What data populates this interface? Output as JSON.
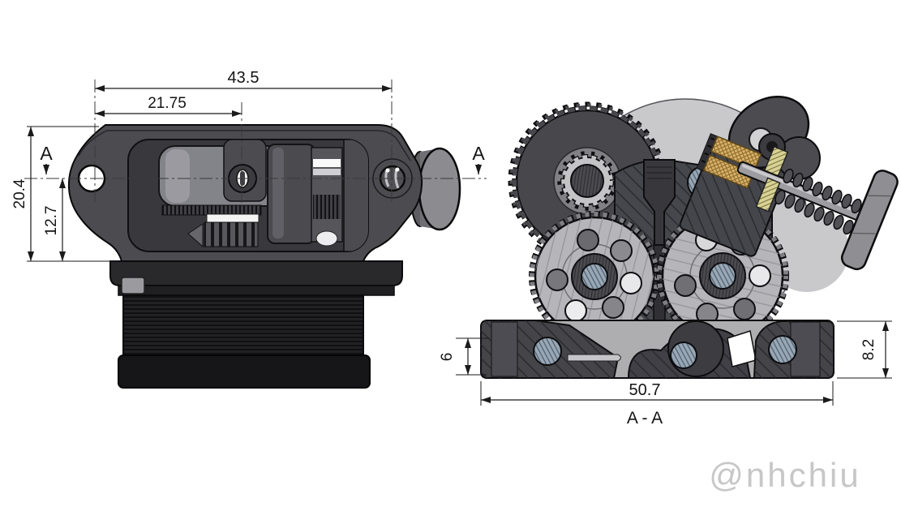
{
  "drawing": {
    "watermark": "@nhchiu",
    "views": {
      "front": {
        "dimensions": {
          "total_width": "43.5",
          "center_offset": "21.75",
          "total_height": "20.4",
          "lower_height": "12.7"
        },
        "section_markers": {
          "left": "A",
          "right": "A"
        }
      },
      "section": {
        "label": "A - A",
        "dimensions": {
          "step_height": "6",
          "base_width": "50.7",
          "base_height": "8.2"
        }
      }
    },
    "colors": {
      "background": "#ffffff",
      "body_dark": "#4c4c50",
      "motor_black": "#1a1a1d",
      "big_gear": "#48484c",
      "gear_face": "#b6b6ba",
      "backplate": "#c9c9cc",
      "brass": "#d9b36a",
      "khaki": "#d8d295",
      "pin_hatch": "#9aa8b5",
      "dimension_ink": "#1a1a1a",
      "watermark_gray": "#c7c7c7"
    }
  }
}
